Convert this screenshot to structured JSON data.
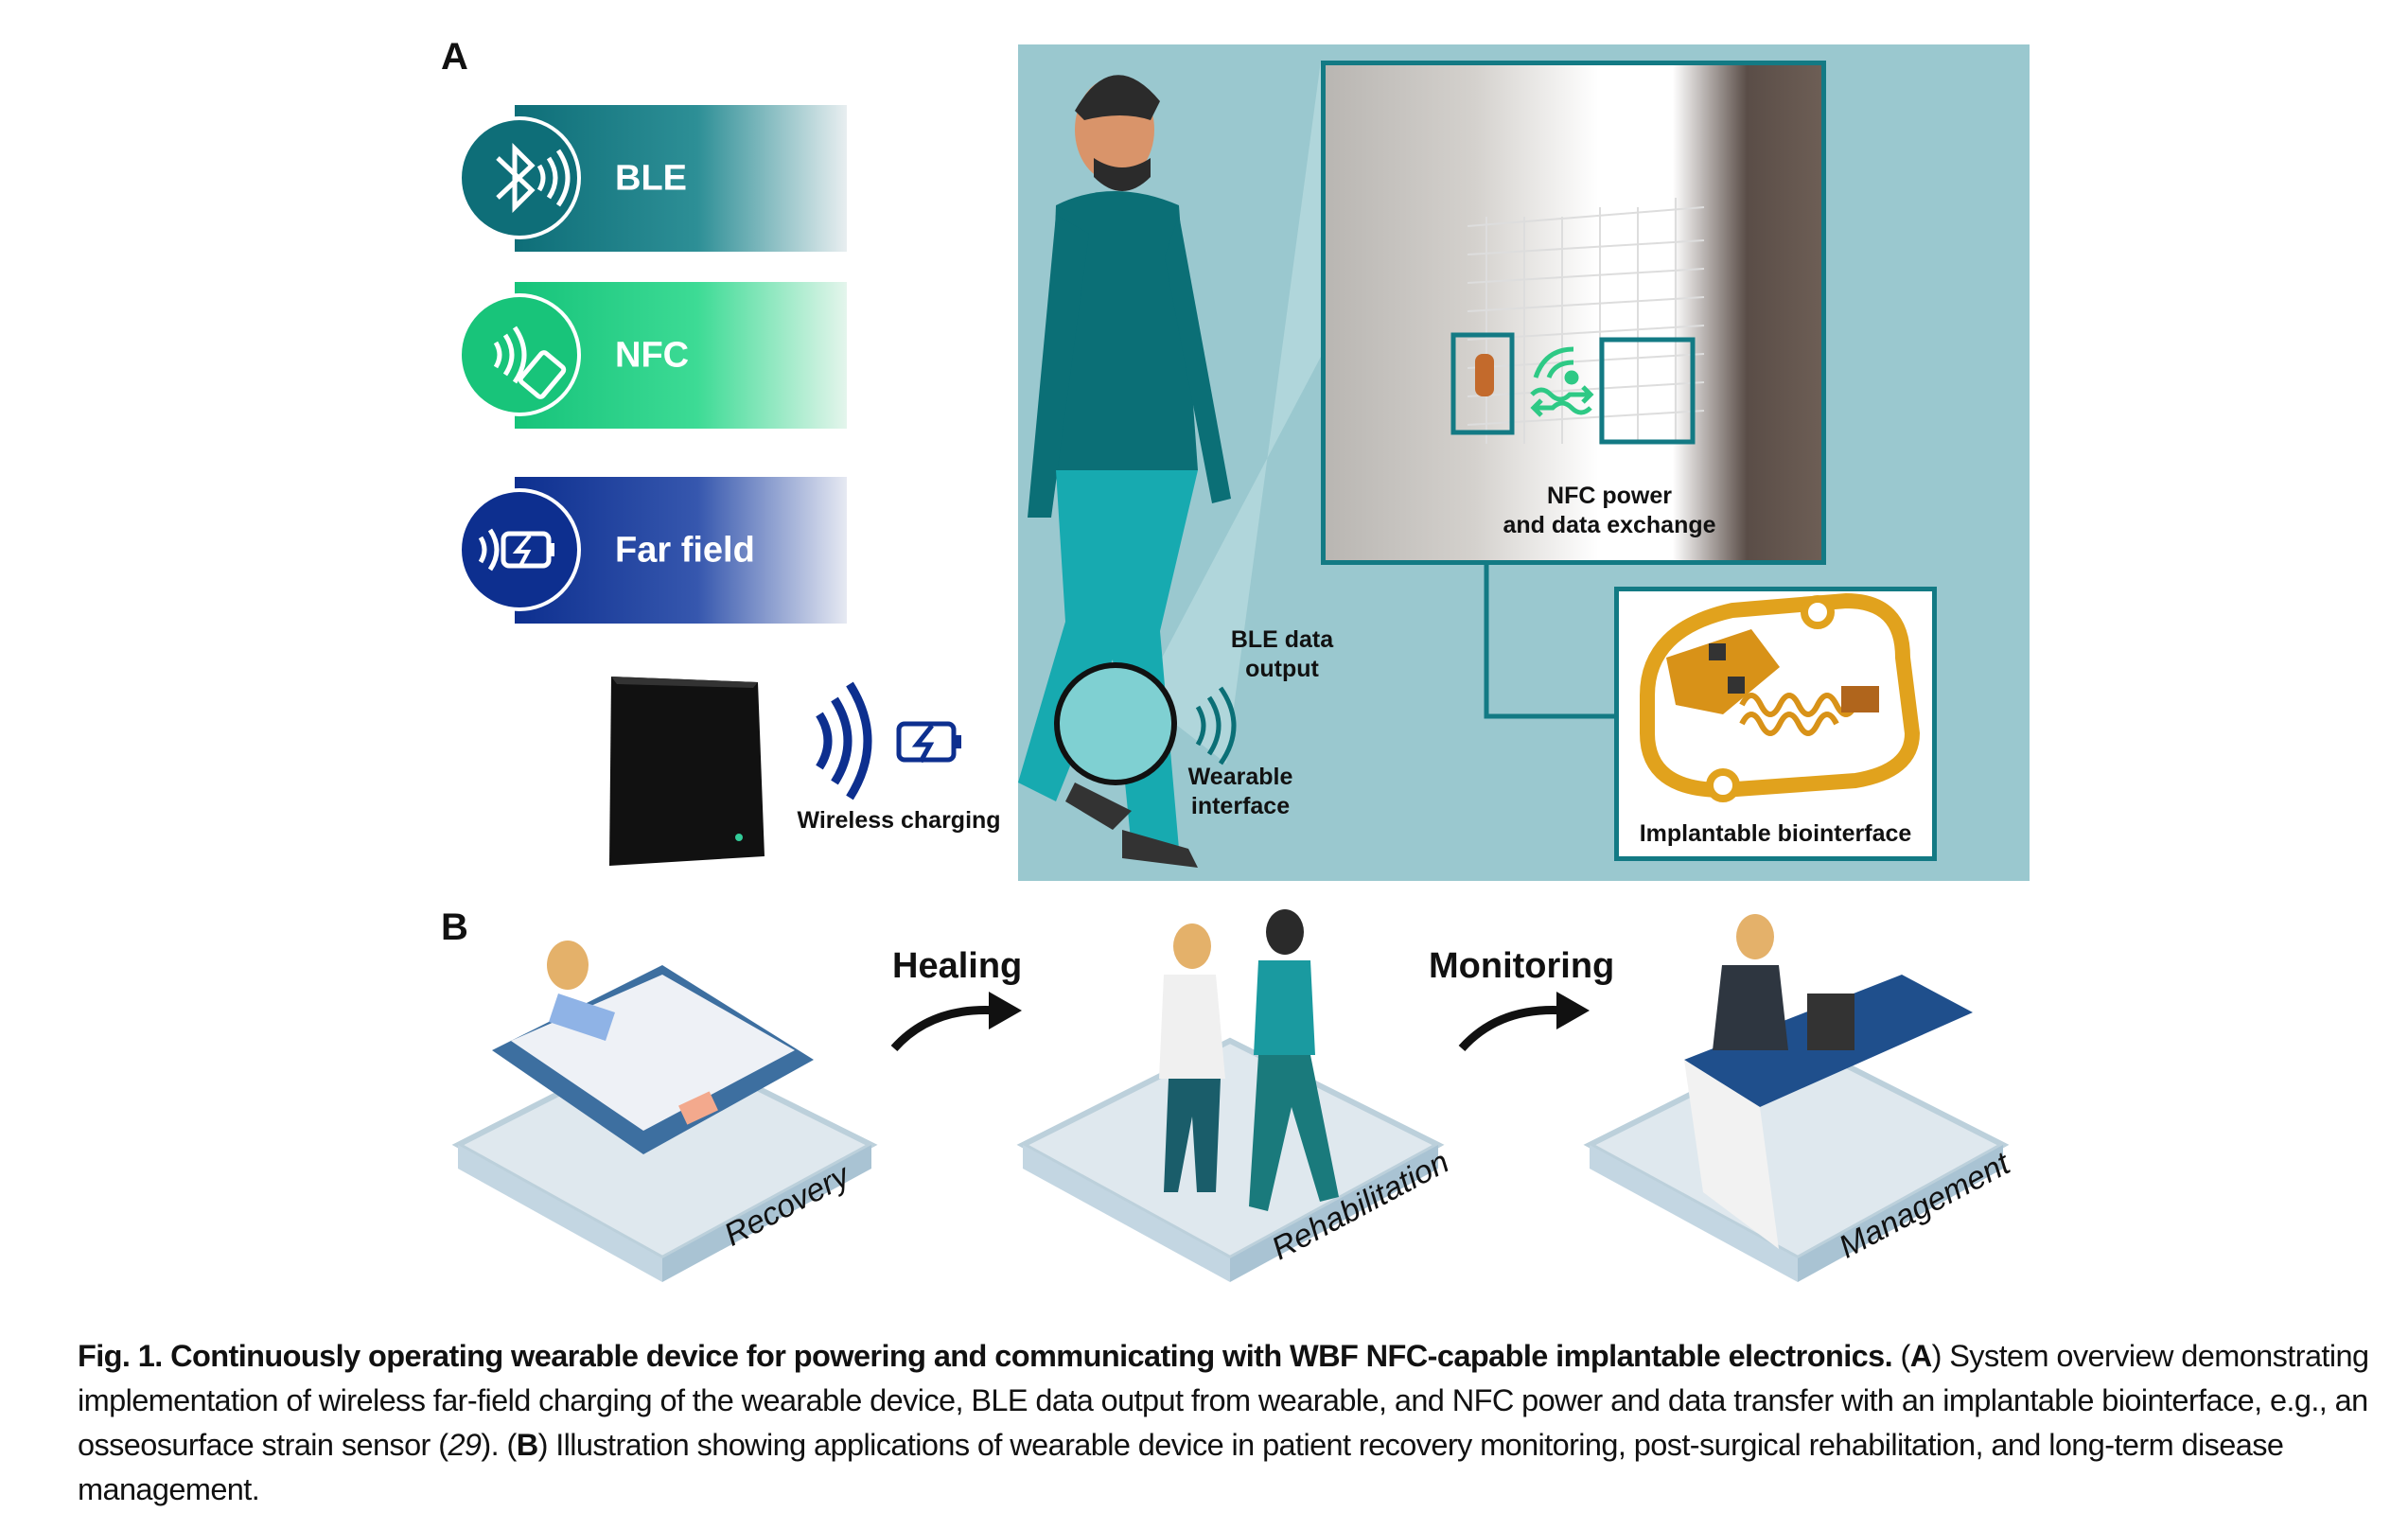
{
  "panel_a": {
    "label": "A",
    "modes": [
      {
        "label": "BLE",
        "icon": "bluetooth-icon",
        "color": "#0e6e78"
      },
      {
        "label": "NFC",
        "icon": "nfc-icon",
        "color": "#18c47a"
      },
      {
        "label": "Far field",
        "icon": "far-field-charging-icon",
        "color": "#0d2f8f"
      }
    ],
    "wireless_charging": "Wireless charging",
    "ble_data_output": "BLE data\noutput",
    "wearable_interface": "Wearable\ninterface",
    "nfc_exchange": "NFC power\nand data exchange",
    "implant": "Implantable biointerface",
    "panel_color": "#9ac8cf",
    "frame_color": "#137a84"
  },
  "panel_b": {
    "label": "B",
    "arrows": [
      "Healing",
      "Monitoring"
    ],
    "platforms": [
      "Recovery",
      "Rehabilitation",
      "Management"
    ]
  },
  "caption": {
    "title": "Fig. 1. Continuously operating wearable device for powering and communicating with WBF NFC-capable implantable electronics.",
    "a_ref": "A",
    "a_text": "System overview demonstrating implementation of wireless far-field charging of the wearable device, BLE data output from wearable, and NFC power and data transfer with an implantable biointerface, e.g., an osseosurface strain sensor (",
    "citation": "29",
    "a_end": ").",
    "b_ref": "B",
    "b_text": "Illustration showing applications of wearable device in patient recovery monitoring, post-surgical rehabilitation, and long-term disease management."
  }
}
